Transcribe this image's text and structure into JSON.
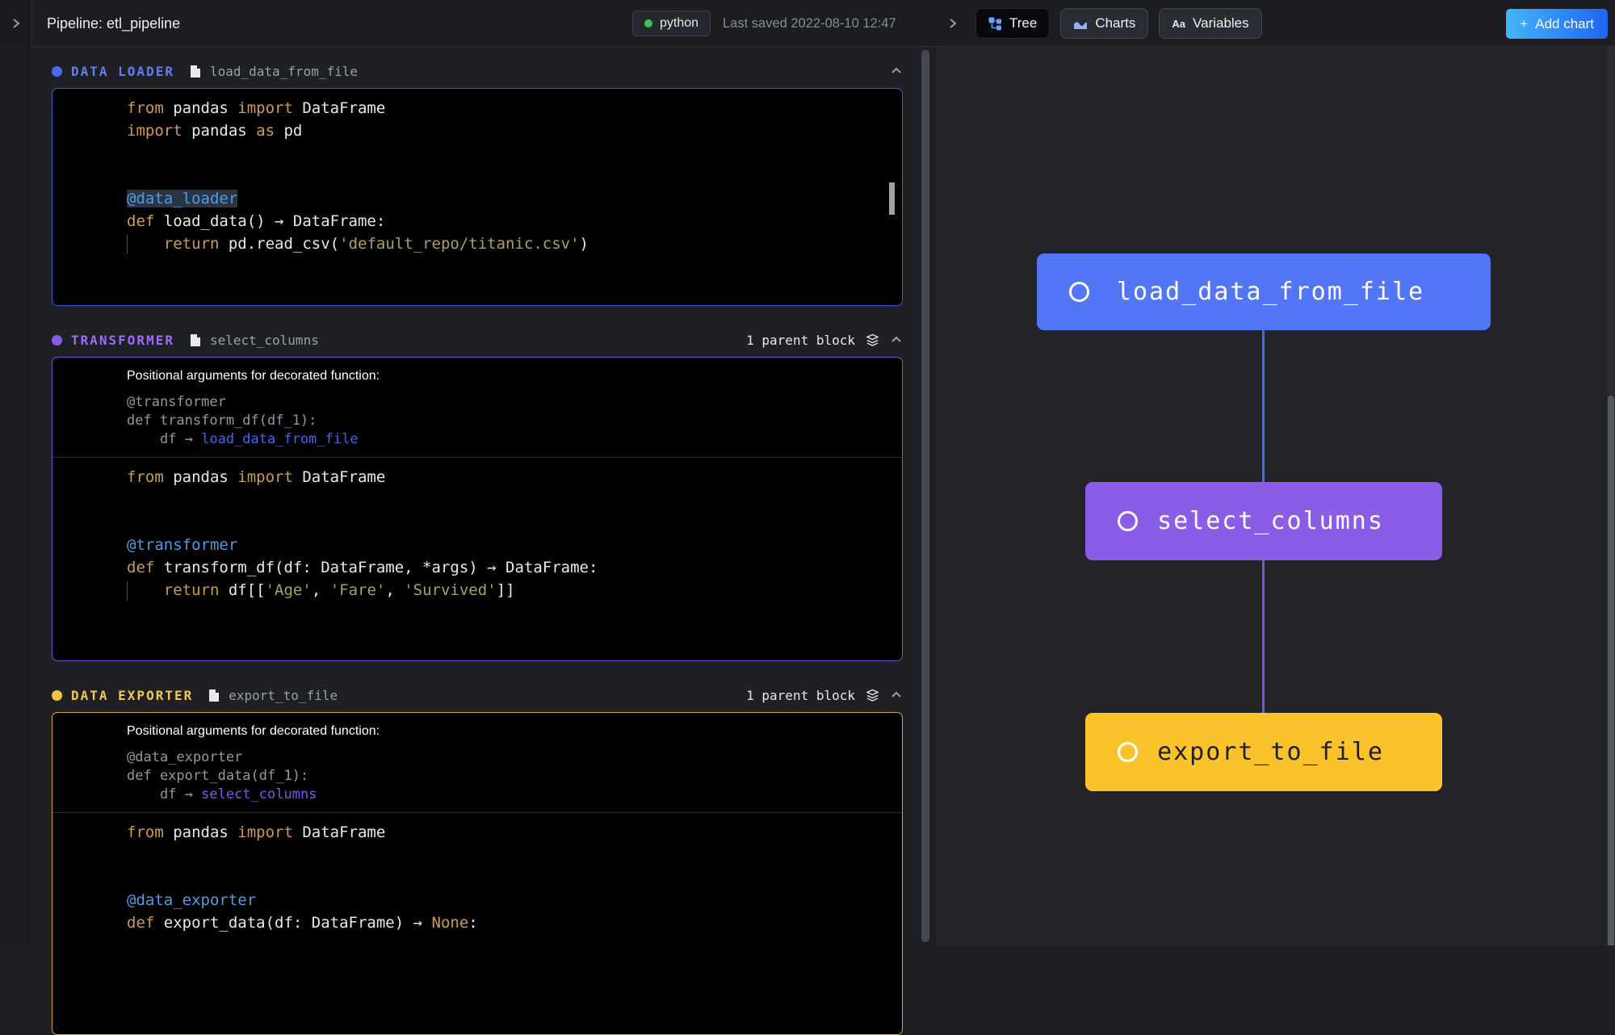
{
  "topbar": {
    "title": "Pipeline: etl_pipeline",
    "language": "python",
    "last_saved": "Last saved 2022-08-10 12:47",
    "tabs": [
      {
        "label": "Tree",
        "active": true
      },
      {
        "label": "Charts",
        "active": false
      },
      {
        "label": "Variables",
        "active": false
      }
    ],
    "add_chart": {
      "plus": "+",
      "label": "Add chart"
    }
  },
  "colors": {
    "data_loader_accent": "#5276f5",
    "transformer_accent": "#8b5ce6",
    "data_exporter_accent": "#fbc32b",
    "keyword": "#cf9a52",
    "string": "#a9a35c",
    "decorator": "#4e9ce8",
    "add_chart_gradient": [
      "#45b4f7",
      "#1e66f5"
    ]
  },
  "blocks": [
    {
      "type_label": "DATA LOADER",
      "name": "load_data_from_file",
      "code": [
        [
          {
            "c": "k",
            "t": "from"
          },
          {
            "c": "p",
            "t": " pandas "
          },
          {
            "c": "k",
            "t": "import"
          },
          {
            "c": "p",
            "t": " DataFrame"
          }
        ],
        [
          {
            "c": "k",
            "t": "import"
          },
          {
            "c": "p",
            "t": " pandas "
          },
          {
            "c": "k",
            "t": "as"
          },
          {
            "c": "p",
            "t": " pd"
          }
        ],
        [],
        [],
        [
          {
            "c": "dh",
            "t": "@data_loader"
          }
        ],
        [
          {
            "c": "k",
            "t": "def"
          },
          {
            "c": "p",
            "t": " load_data() → DataFrame:"
          }
        ],
        [
          {
            "c": "gd",
            "t": ""
          },
          {
            "c": "p",
            "t": "    "
          },
          {
            "c": "k",
            "t": "return"
          },
          {
            "c": "p",
            "t": " pd.read_csv("
          },
          {
            "c": "s",
            "t": "'default_repo/titanic.csv'"
          },
          {
            "c": "p",
            "t": ")"
          }
        ],
        [],
        []
      ]
    },
    {
      "type_label": "TRANSFORMER",
      "name": "select_columns",
      "parent_label": "1 parent block",
      "extras": {
        "title": "Positional arguments for decorated function:",
        "lines": [
          [
            {
              "c": "g",
              "t": "@transformer"
            }
          ],
          [
            {
              "c": "g",
              "t": "def transform_df(df_1):"
            }
          ],
          [
            {
              "c": "g",
              "t": "    df → "
            },
            {
              "c": "lb",
              "t": "load_data_from_file"
            }
          ]
        ]
      },
      "code": [
        [
          {
            "c": "k",
            "t": "from"
          },
          {
            "c": "p",
            "t": " pandas "
          },
          {
            "c": "k",
            "t": "import"
          },
          {
            "c": "p",
            "t": " DataFrame"
          }
        ],
        [],
        [],
        [
          {
            "c": "d",
            "t": "@transformer"
          }
        ],
        [
          {
            "c": "k",
            "t": "def"
          },
          {
            "c": "p",
            "t": " transform_df(df: DataFrame, *args) → DataFrame:"
          }
        ],
        [
          {
            "c": "gd",
            "t": ""
          },
          {
            "c": "p",
            "t": "    "
          },
          {
            "c": "k",
            "t": "return"
          },
          {
            "c": "p",
            "t": " df[["
          },
          {
            "c": "s",
            "t": "'Age'"
          },
          {
            "c": "p",
            "t": ", "
          },
          {
            "c": "s",
            "t": "'Fare'"
          },
          {
            "c": "p",
            "t": ", "
          },
          {
            "c": "s",
            "t": "'Survived'"
          },
          {
            "c": "p",
            "t": "]]"
          }
        ],
        [],
        []
      ]
    },
    {
      "type_label": "DATA EXPORTER",
      "name": "export_to_file",
      "parent_label": "1 parent block",
      "extras": {
        "title": "Positional arguments for decorated function:",
        "lines": [
          [
            {
              "c": "g",
              "t": "@data_exporter"
            }
          ],
          [
            {
              "c": "g",
              "t": "def export_data(df_1):"
            }
          ],
          [
            {
              "c": "g",
              "t": "    df → "
            },
            {
              "c": "lp",
              "t": "select_columns"
            }
          ]
        ]
      },
      "code": [
        [
          {
            "c": "k",
            "t": "from"
          },
          {
            "c": "p",
            "t": " pandas "
          },
          {
            "c": "k",
            "t": "import"
          },
          {
            "c": "p",
            "t": " DataFrame"
          }
        ],
        [],
        [],
        [
          {
            "c": "d",
            "t": "@data_exporter"
          }
        ],
        [
          {
            "c": "k",
            "t": "def"
          },
          {
            "c": "p",
            "t": " export_data(df: DataFrame) → "
          },
          {
            "c": "k",
            "t": "None"
          },
          {
            "c": "p",
            "t": ":"
          }
        ]
      ]
    }
  ],
  "tree": {
    "nodes": [
      {
        "label": "load_data_from_file",
        "color": "#5276f5"
      },
      {
        "label": "select_columns",
        "color": "#8b5ce6"
      },
      {
        "label": "export_to_file",
        "color": "#fbc32b"
      }
    ]
  }
}
